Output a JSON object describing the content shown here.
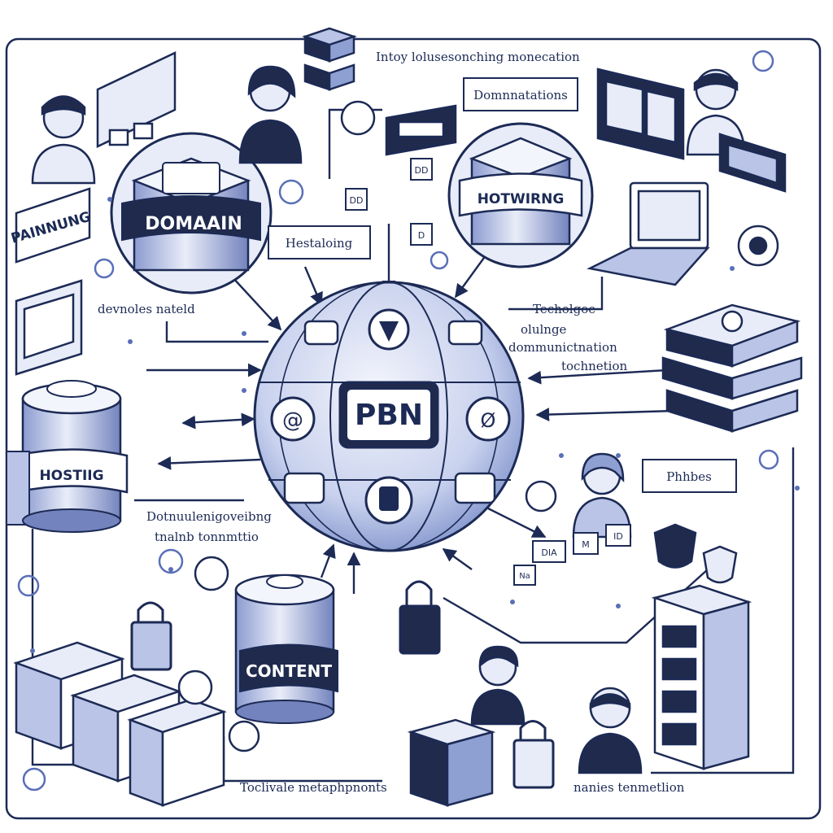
{
  "center": {
    "label": "PBN"
  },
  "nodes": {
    "domain": "DOMAAIN",
    "hotwiring": "HOTWIRNG",
    "hosting": "HOSTIIG",
    "content": "CONTENT"
  },
  "tags": {
    "planning": "PAINNUNG",
    "hestaloing": "Hestaloing",
    "dominations": "Domnnatations",
    "phhbes": "Phhbes"
  },
  "captions": {
    "top": "Intoy lolusesonching monecation",
    "devnoles": "devnoles nateld",
    "techolgoe": [
      "Techolgoe",
      "olulnge",
      "dommunictnation",
      "tochnetion"
    ],
    "dotnual": [
      "Dotnuulenigoveibng",
      "tnalnb tonnmttio"
    ],
    "bottom_left": "Toclivale metaphpnonts",
    "bottom_right": "nanies tenmetlion"
  },
  "icon_labels": {
    "flag_a": "DD",
    "flag_b": "DD",
    "flag_c": "D",
    "dia_1": "DIA",
    "dia_2": "M",
    "dia_3": "ID",
    "na": "Na"
  },
  "colors": {
    "ink": "#1c2a55",
    "fill_light": "#e8ecf8",
    "fill_mid": "#b9c4e6",
    "accent": "#5a6fb8",
    "dark": "#1f2a4d"
  }
}
